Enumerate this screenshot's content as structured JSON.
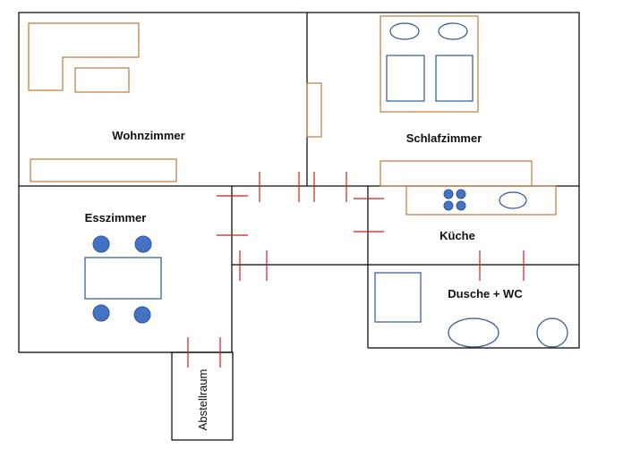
{
  "rooms": {
    "living": "Wohnzimmer",
    "bedroom": "Schlafzimmer",
    "dining": "Esszimmer",
    "kitchen": "Küche",
    "bath": "Dusche + WC",
    "storage": "Abstellraum"
  },
  "colors": {
    "walls": "#000000",
    "furniture": "#c07a3a",
    "fixtures": "#2f5597",
    "fixture_fill": "#4472c4",
    "doors": "#d11f1f"
  }
}
